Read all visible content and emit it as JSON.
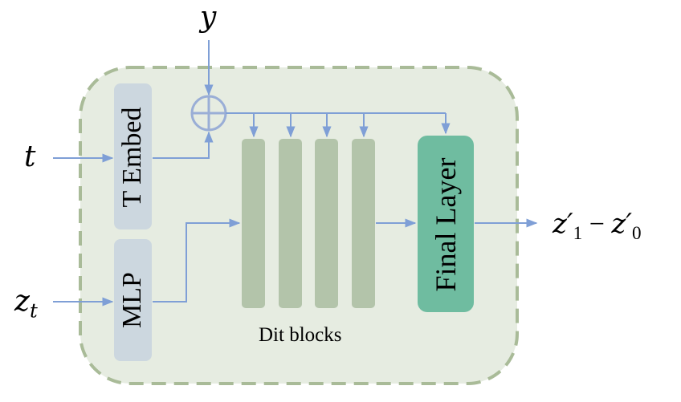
{
  "inputs": {
    "t": "t",
    "y": "y",
    "z_base": "z",
    "z_sub": "t"
  },
  "output": {
    "z1_base": "z′",
    "z1_sub": "1",
    "minus": " − ",
    "z0_base": "z′",
    "z0_sub": "0"
  },
  "blocks": {
    "t_embed": "T Embed",
    "mlp": "MLP",
    "final_layer": "Final Layer",
    "dit_caption": "Dit blocks"
  },
  "colors": {
    "container_fill": "#e6ece1",
    "container_stroke": "#a9bb98",
    "embed_block": "#ccd7df",
    "dit_block": "#b3c4aa",
    "final_block": "#6fbca0",
    "arrow": "#7f9fd6",
    "adder": "#9aaed6"
  }
}
